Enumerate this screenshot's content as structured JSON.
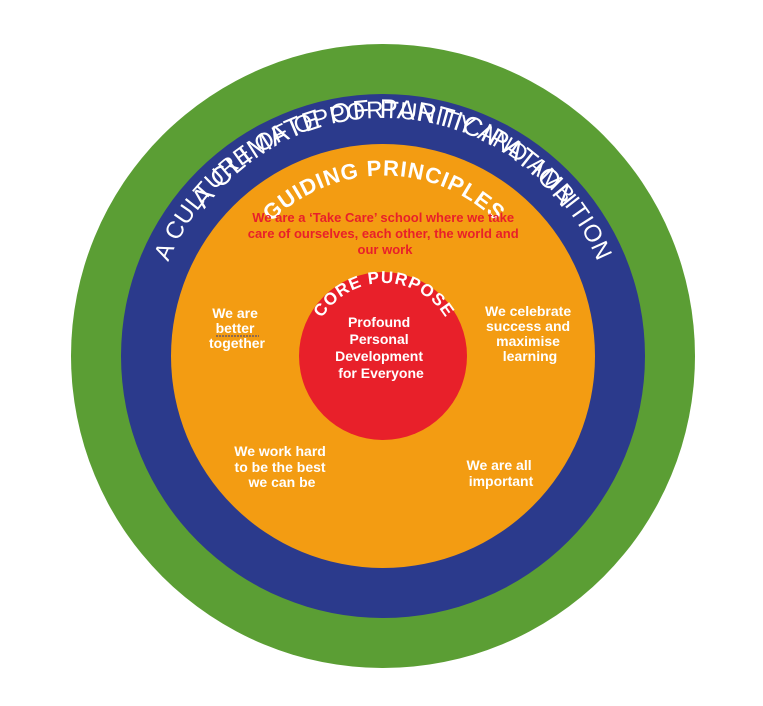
{
  "rings": {
    "outer": {
      "label": "A CLIMATE OF PARTICIPATION",
      "color": "#5b9e34"
    },
    "middle": {
      "label": "A CULTURE OF OPPORTUNITY AND AMBITION",
      "color": "#2b3a8c"
    },
    "inner": {
      "label": "GUIDING PRINCIPLES",
      "color": "#f39c12"
    },
    "core": {
      "label": "CORE PURPOSE",
      "color": "#e8202a"
    }
  },
  "core_text": [
    "Profound",
    "Personal",
    "Development",
    "for Everyone"
  ],
  "statement_lines": [
    "We are a ‘Take Care’ school where we take",
    "care of ourselves, each other, the world and",
    "our work"
  ],
  "principles": {
    "left": [
      "We are",
      "better",
      "together"
    ],
    "right": [
      "We celebrate",
      "success and",
      "maximise",
      "learning"
    ],
    "bottom_left": [
      "We work hard",
      "to be the best",
      "we can be"
    ],
    "bottom_right": [
      "We are all",
      "important"
    ]
  },
  "colors": {
    "statement_text": "#e8202a",
    "principle_text": "#ffffff"
  }
}
